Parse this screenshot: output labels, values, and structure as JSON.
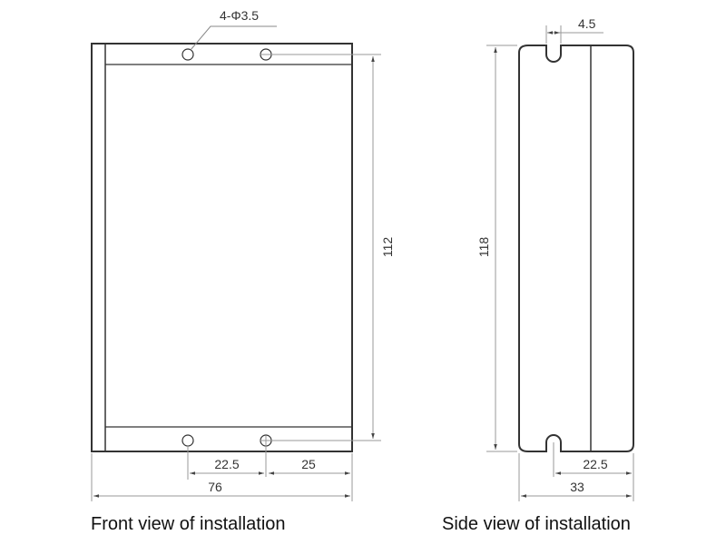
{
  "front_view": {
    "caption": "Front view of installation",
    "hole_label": "4-Φ3.5",
    "height_dim": "112",
    "hole_spacing_dim": "22.5",
    "edge_dim": "25",
    "width_dim": "76"
  },
  "side_view": {
    "caption": "Side view of installation",
    "slot_width_dim": "4.5",
    "height_dim": "118",
    "slot_offset_dim": "22.5",
    "depth_dim": "33"
  },
  "colors": {
    "outline": "#333333",
    "dimension_line": "#999999",
    "text": "#333333"
  }
}
